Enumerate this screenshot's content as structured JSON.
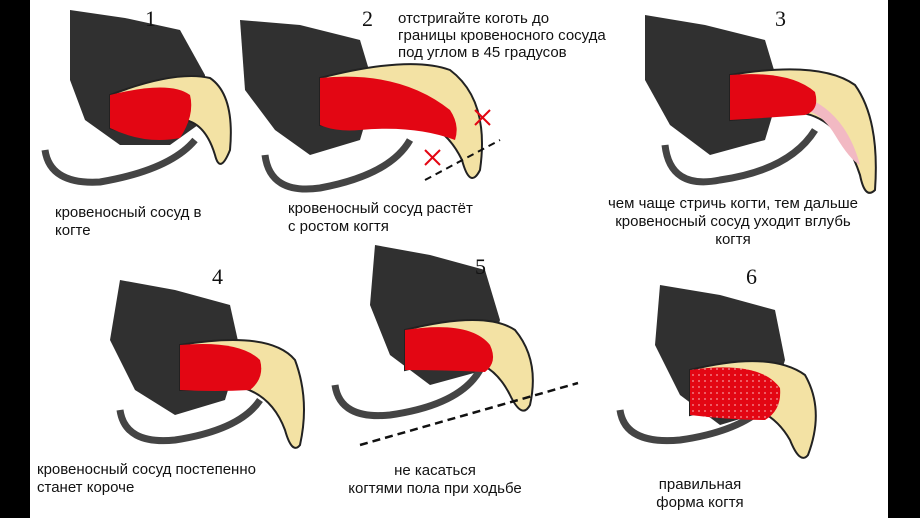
{
  "colors": {
    "vessel": "#e30613",
    "claw": "#f3e2a4",
    "fur": "#1a1a1a",
    "outline": "#222222",
    "mark": "#e30613"
  },
  "panels": [
    {
      "number": "1",
      "caption": "кровеносный сосуд в\nкогте"
    },
    {
      "number": "2",
      "caption": "кровеносный сосуд растёт\nс ростом когтя",
      "note": "отстригайте коготь до\nграницы кровеносного сосуда\nпод углом в 45 градусов"
    },
    {
      "number": "3",
      "caption": "чем чаще стричь когти, тем дальше\nкровеносный сосуд уходит вглубь\nкогтя"
    },
    {
      "number": "4",
      "caption": "кровеносный сосуд постепенно\nстанет короче"
    },
    {
      "number": "5",
      "caption": "не касаться\nкогтями пола при ходьбе"
    },
    {
      "number": "6",
      "caption": "правильная\nформа когтя"
    }
  ]
}
